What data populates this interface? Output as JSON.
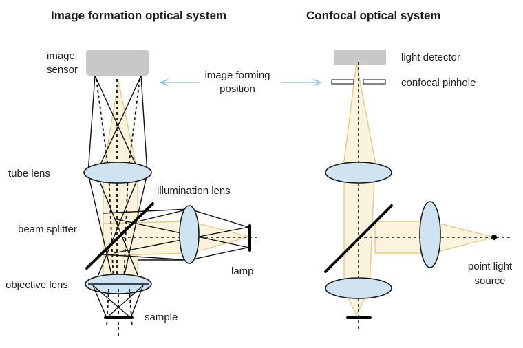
{
  "left_diagram": {
    "title": "Image formation optical system",
    "labels": {
      "image_sensor_line1": "image",
      "image_sensor_line2": "sensor",
      "tube_lens": "tube lens",
      "illumination_lens": "illumination lens",
      "beam_splitter": "beam splitter",
      "lamp": "lamp",
      "objective_lens": "objective lens",
      "sample": "sample"
    }
  },
  "center": {
    "image_forming_line1": "image forming",
    "image_forming_line2": "position"
  },
  "right_diagram": {
    "title": "Confocal optical system",
    "labels": {
      "light_detector": "light detector",
      "confocal_pinhole": "confocal pinhole",
      "point_light_line1": "point light",
      "point_light_line2": "source"
    }
  },
  "colors": {
    "lens_fill": "#cfe3f3",
    "beam_fill": "#fbf3dc",
    "beam_edge": "#e8c98a",
    "sensor_gray": "#c8c8c8",
    "arrow_blue": "#9cc4e4"
  }
}
